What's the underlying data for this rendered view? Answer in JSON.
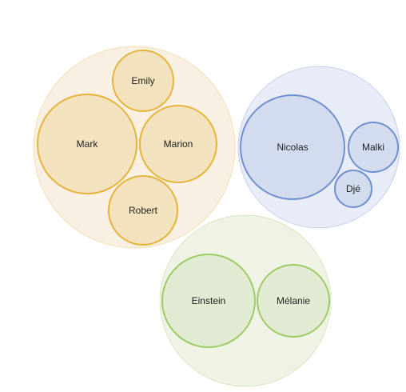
{
  "chart_data": {
    "type": "circle-packing",
    "groups": [
      {
        "key": "group-1",
        "color": "#e6b43c",
        "fill": "#f8f0e2",
        "leaf_fill": "#f2e2bd",
        "members": [
          {
            "name": "Emily",
            "value": 1
          },
          {
            "name": "Mark",
            "value": 2.6
          },
          {
            "name": "Marion",
            "value": 1.5
          },
          {
            "name": "Robert",
            "value": 1.2
          }
        ]
      },
      {
        "key": "group-2",
        "color": "#6f90d0",
        "fill": "#e8ecf6",
        "leaf_fill": "#d3dbef",
        "members": [
          {
            "name": "Nicolas",
            "value": 2.8
          },
          {
            "name": "Malki",
            "value": 0.63
          },
          {
            "name": "Djé",
            "value": 0.35
          }
        ]
      },
      {
        "key": "group-3",
        "color": "#9fcb64",
        "fill": "#eef3e6",
        "leaf_fill": "#e1ebd3",
        "members": [
          {
            "name": "Einstein",
            "value": 2.2
          },
          {
            "name": "Mélanie",
            "value": 1.3
          }
        ]
      }
    ],
    "title": "",
    "legend": "none"
  }
}
